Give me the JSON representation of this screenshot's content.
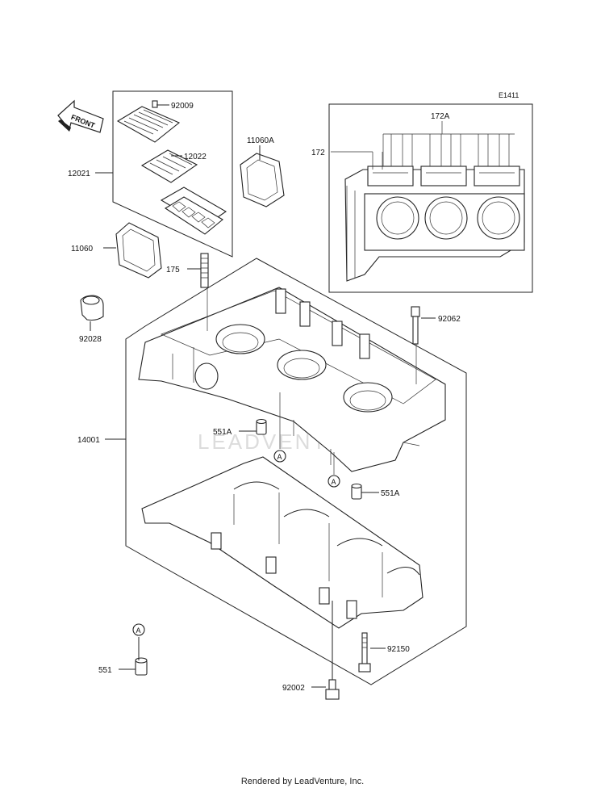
{
  "diagram_code": "E1411",
  "front_arrow_label": "FRONT",
  "watermark": "LEADVENTURE",
  "footer": "Rendered by LeadVenture, Inc.",
  "callouts": {
    "p92009": "92009",
    "p12022": "12022",
    "p12021": "12021",
    "p11060A": "11060A",
    "p11060": "11060",
    "p175": "175",
    "p92028": "92028",
    "p92062": "92062",
    "p14001": "14001",
    "p551A_left": "551A",
    "p551A_right": "551A",
    "p92150": "92150",
    "p551": "551",
    "p92002": "92002",
    "p172A": "172A",
    "p172": "172"
  },
  "ref_markers": {
    "a1": "A",
    "a2": "A",
    "a3": "A"
  }
}
